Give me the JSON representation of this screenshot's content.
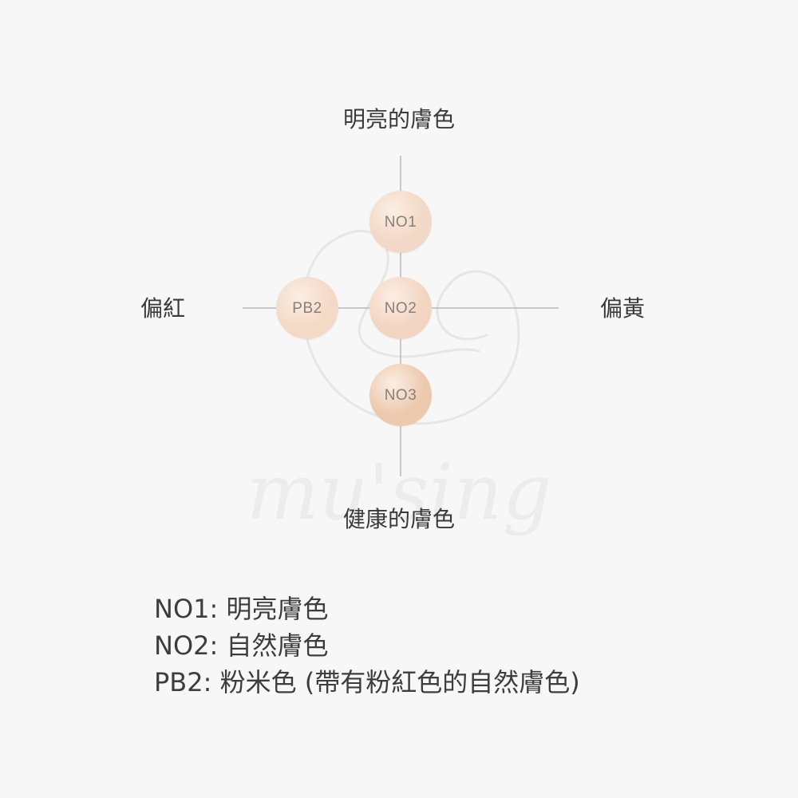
{
  "axes": {
    "top": "明亮的膚色",
    "bottom": "健康的膚色",
    "left": "偏紅",
    "right": "偏黃"
  },
  "shades": [
    {
      "code": "NO1",
      "color": "#f2d8c6"
    },
    {
      "code": "NO2",
      "color": "#f2d5c1"
    },
    {
      "code": "PB2",
      "color": "#f4d9c7"
    },
    {
      "code": "NO3",
      "color": "#ecc9ad"
    }
  ],
  "legend": [
    {
      "code": "NO1",
      "desc": "明亮膚色"
    },
    {
      "code": "NO2",
      "desc": "自然膚色"
    },
    {
      "code": "PB2",
      "desc": "粉米色 (帶有粉紅色的自然膚色)"
    }
  ],
  "watermark": {
    "text": "mu'sing"
  },
  "colors": {
    "axis_line": "#b9b9b9",
    "text": "#3a3a3a",
    "background": "#f7f7f7"
  }
}
